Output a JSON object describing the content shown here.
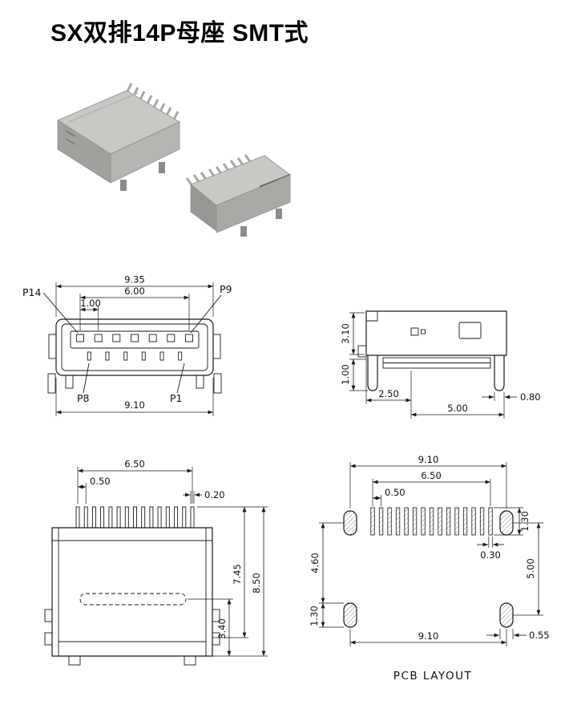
{
  "title": "SX双排14P母座 SMT式",
  "front_view": {
    "dim_overall_width_top": "9.35",
    "dim_pin_row_span": "6.00",
    "dim_pin_pitch": "1.00",
    "dim_overall_width_bottom": "9.10",
    "pin_label_top_left": "P14",
    "pin_label_top_right": "P9",
    "pin_label_bottom_left": "P8",
    "pin_label_bottom_right": "P1"
  },
  "side_view": {
    "dim_body_height": "3.10",
    "dim_lead_height": "1.00",
    "dim_front_depth": "2.50",
    "dim_leg_width": "0.80",
    "dim_leg_span": "5.00"
  },
  "bottom_view": {
    "dim_pin_row_span": "6.50",
    "dim_pin_pitch": "0.50",
    "dim_pin_width": "0.20",
    "dim_body_depth": "7.45",
    "dim_overall_depth": "8.50",
    "dim_lower_depth": "3.40"
  },
  "pcb_layout": {
    "caption": "PCB LAYOUT",
    "dim_pad_span_top": "9.10",
    "dim_pad_row_span": "6.50",
    "dim_pad_pitch": "0.50",
    "dim_corner_pad_height_top": "1.30",
    "dim_pad_width": "0.30",
    "dim_row_offset": "4.60",
    "dim_corner_pad_spacing": "5.00",
    "dim_corner_pad_height_bottom": "1.30",
    "dim_pad_span_bottom": "9.10",
    "dim_corner_pad_width": "0.55"
  }
}
